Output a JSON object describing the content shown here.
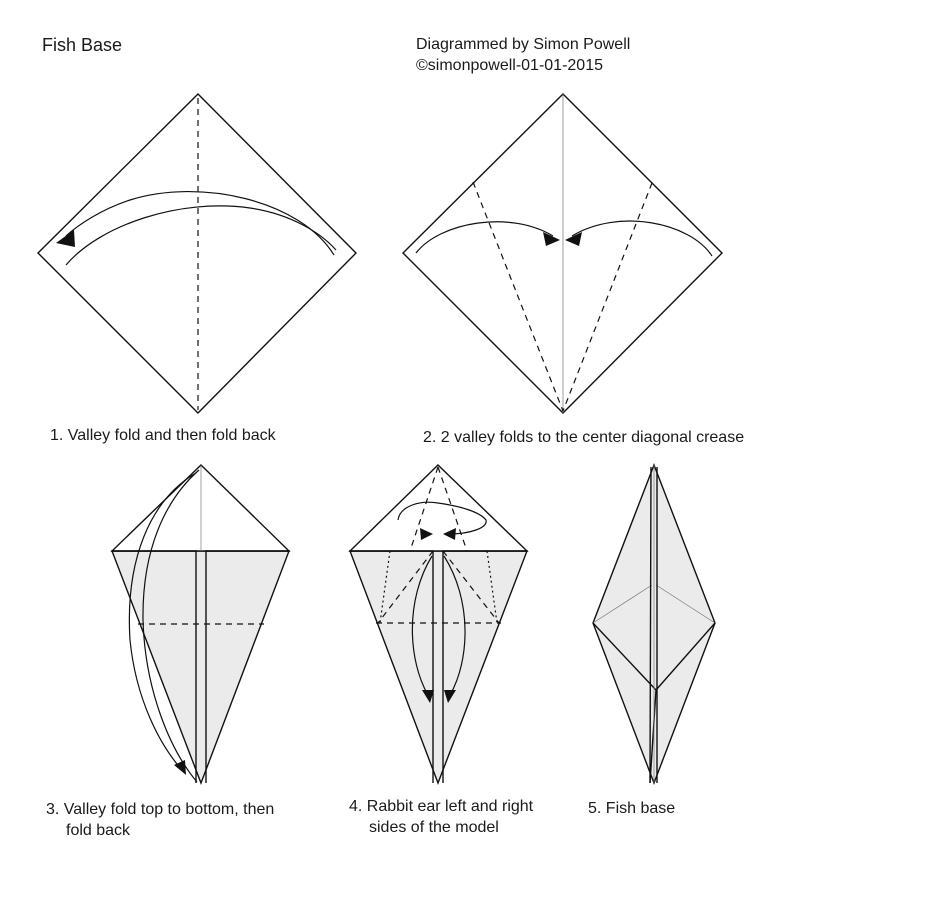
{
  "title": "Fish Base",
  "credit": {
    "line1": "Diagrammed by Simon Powell",
    "line2": "©simonpowell-01-01-2015"
  },
  "steps": [
    {
      "line1": "1. Valley fold and then fold back"
    },
    {
      "line1": "2. 2 valley folds to the center diagonal crease"
    },
    {
      "line1": "3. Valley fold top to bottom, then",
      "line2": "fold back"
    },
    {
      "line1": "4. Rabbit ear left and right",
      "line2": "sides of the model"
    },
    {
      "line1": "5. Fish base"
    }
  ]
}
